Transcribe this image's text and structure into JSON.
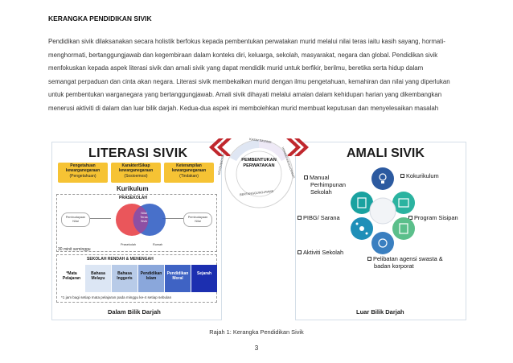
{
  "heading": "KERANGKA PENDIDIKAN SIVIK",
  "paragraph_lines": [
    "Pendidikan sivik dilaksanakan secara holistik berfokus kepada pembentukan perwatakan murid melalui nilai teras iaitu kasih sayang, hormati-",
    "menghormati, bertanggungjawab dan kegembiraan dalam konteks diri, keluarga, sekolah, masyarakat, negara dan global. Pendidikan sivik",
    "menfokuskan kepada aspek literasi sivik dan amali sivik yang dapat mendidik murid untuk berfikir, berilmu, beretika serta hidup dalam",
    "semangat perpaduan dan cinta akan negara. Literasi sivik membekalkan murid dengan ilmu pengetahuan, kemahiran dan nilai yang diperlukan",
    "untuk pembentukan warganegara yang bertanggungjawab. Amali sivik dihayati melalui amalan dalam kehidupan harian yang dikembangkan",
    "menerusi aktiviti di dalam dan luar bilik darjah. Kedua-dua aspek ini membolehkan murid membuat keputusan dan menyelesaikan masalah"
  ],
  "figure": {
    "literasi": {
      "title": "LITERASI SIVIK",
      "boxes": [
        {
          "line1": "Pengetahuan",
          "line2": "kewarganegaraan",
          "line3": "(Pengetahuan)"
        },
        {
          "line1": "Karakter/Sikap",
          "line2": "kewarganegaraan",
          "line3": "(Sosioemosi)"
        },
        {
          "line1": "Keterampilan",
          "line2": "kewarganegaraan",
          "line3": "(Tindakan)"
        }
      ],
      "kurikulum": "Kurikulum",
      "prasekolah": {
        "title": "PRASEKOLAH",
        "left_tag": {
          "line1": "Pembudayaan",
          "line2": "Nilai"
        },
        "right_tag": {
          "line1": "Pembudayaan",
          "line2": "Nilai"
        },
        "center": {
          "line1": "Nilai",
          "line2": "Teras",
          "line3": "Sivik"
        },
        "left_circle": "Prasekolah",
        "right_circle": "Rumah",
        "minutes": "30 minit seminggu"
      },
      "sekolah": {
        "title": "SEKOLAH RENDAH & MENENGAH",
        "subjects": [
          {
            "line1": "*Mata",
            "line2": "Pelajaran",
            "bg": "#ffffff",
            "fg": "#111111"
          },
          {
            "line1": "Bahasa",
            "line2": "Melayu",
            "bg": "#dce6f4",
            "fg": "#111111"
          },
          {
            "line1": "Bahasa",
            "line2": "Inggeris",
            "bg": "#b8cbe8",
            "fg": "#111111"
          },
          {
            "line1": "Pendidikan",
            "line2": "Islam",
            "bg": "#8aa7db",
            "fg": "#111111"
          },
          {
            "line1": "Pendidikan",
            "line2": "Moral",
            "bg": "#3f63c4",
            "fg": "#ffffff"
          },
          {
            "line1": "Sejarah",
            "line2": "",
            "bg": "#1c2fb0",
            "fg": "#ffffff"
          }
        ],
        "footnote": "*1 jam bagi setiap mata pelajaran pada minggu ke-4 setiap sebulan"
      },
      "bottom": "Dalam Bilik Darjah"
    },
    "center": {
      "line1": "PEMBENTUKAN",
      "line2": "PERWATAKAN",
      "ring_top": "KASIH SAYANG",
      "ring_left": "KEGEMBIRAAN",
      "ring_right": "HORMAT-MENGHORMATI",
      "ring_bottom": "BERTANGGUNGJAWAB"
    },
    "amali": {
      "title": "AMALI SIVIK",
      "items": {
        "manual": {
          "line1": "Manual",
          "line2": "Perhimpunan",
          "line3": "Sekolah"
        },
        "kokurikulum": "Kokurikulum",
        "pibg": "PIBG/ Sarana",
        "program": "Program Sisipan",
        "aktiviti": "Aktiviti Sekolah",
        "pelibatan": {
          "line1": "Pelibatan agensi swasta &",
          "line2": "badan korporat"
        }
      },
      "bottom": "Luar Bilik Darjah"
    },
    "colors": {
      "accent_red": "#c0272d",
      "venn_red": "#e8484d",
      "venn_blue": "#2f5cc3",
      "yellow": "#f6c334"
    }
  },
  "caption": "Rajah 1: Kerangka Pendidikan Sivik",
  "page_number": "3"
}
